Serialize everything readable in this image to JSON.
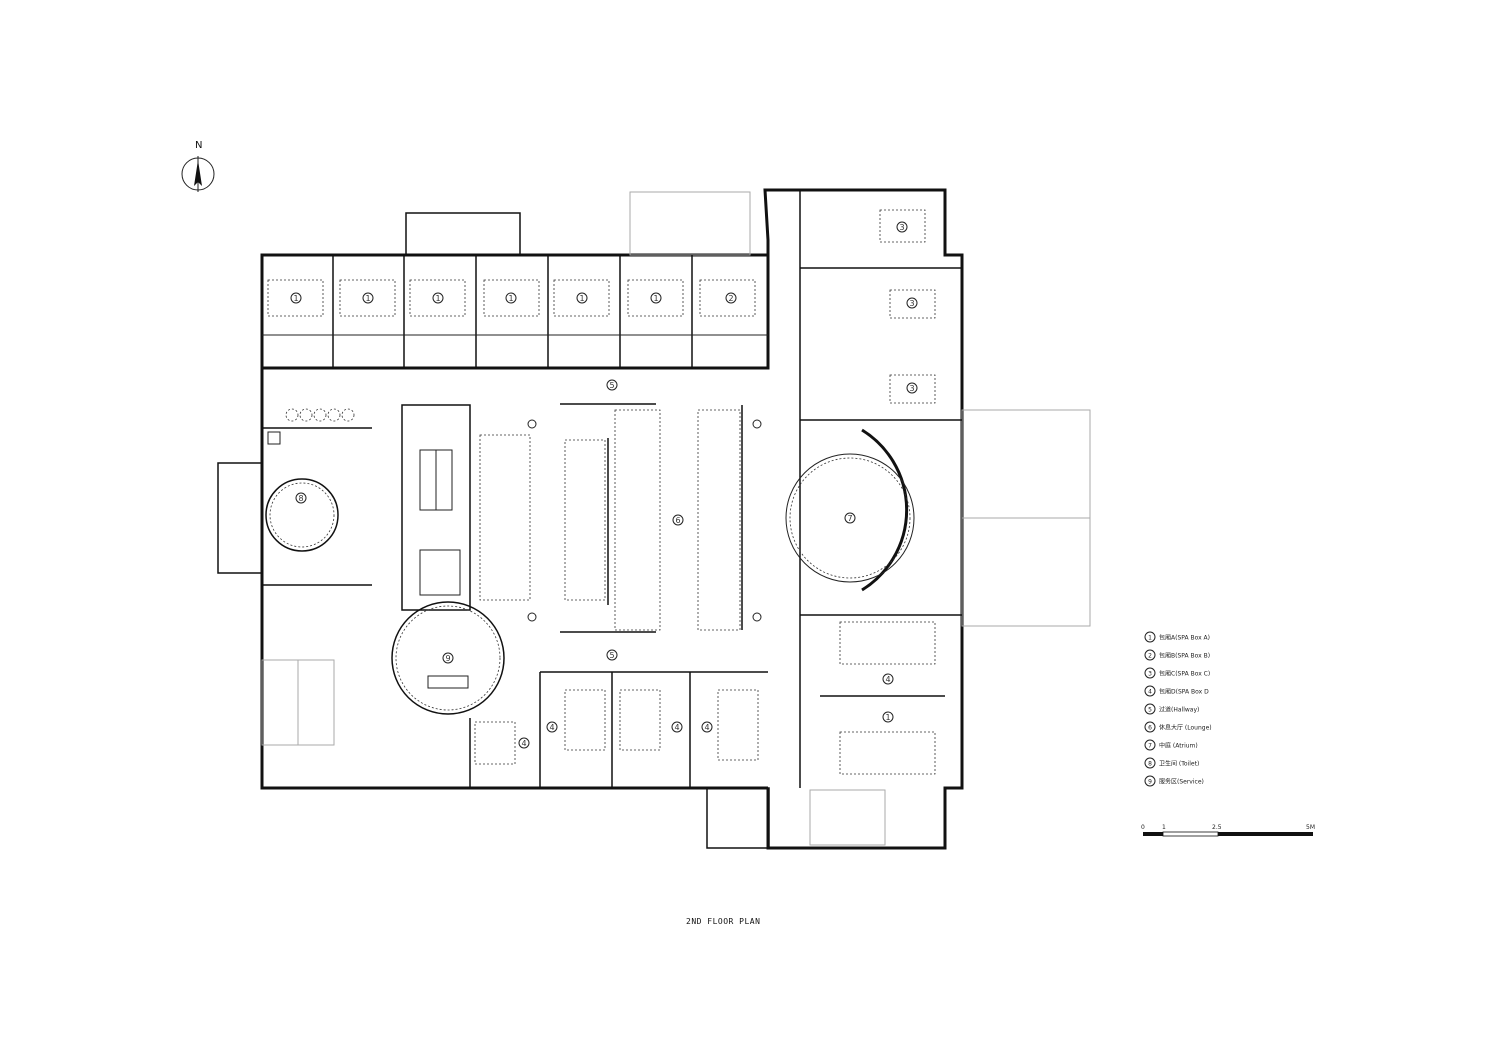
{
  "north_label": "N",
  "plan_title": "2ND   FLOOR PLAN",
  "room_numbers": {
    "spa_a": "1",
    "spa_b": "2",
    "spa_c": "3",
    "spa_d": "4",
    "hallway": "5",
    "lounge": "6",
    "atrium": "7",
    "toilet": "8",
    "service": "9"
  },
  "legend": [
    {
      "num": "1",
      "text": "包厢A(SPA Box A)"
    },
    {
      "num": "2",
      "text": "包厢B(SPA Box B)"
    },
    {
      "num": "3",
      "text": "包厢C(SPA Box C)"
    },
    {
      "num": "4",
      "text": "包厢D(SPA Box D"
    },
    {
      "num": "5",
      "text": "过道(Hallway)"
    },
    {
      "num": "6",
      "text": "休息大厅 (Lounge)"
    },
    {
      "num": "7",
      "text": "中庭 (Atrium)"
    },
    {
      "num": "8",
      "text": "卫生间 (Toilet)"
    },
    {
      "num": "9",
      "text": "服务区(Service)"
    }
  ],
  "scale_bar": {
    "ticks": [
      "0",
      "1",
      "2.5",
      "5M"
    ]
  }
}
